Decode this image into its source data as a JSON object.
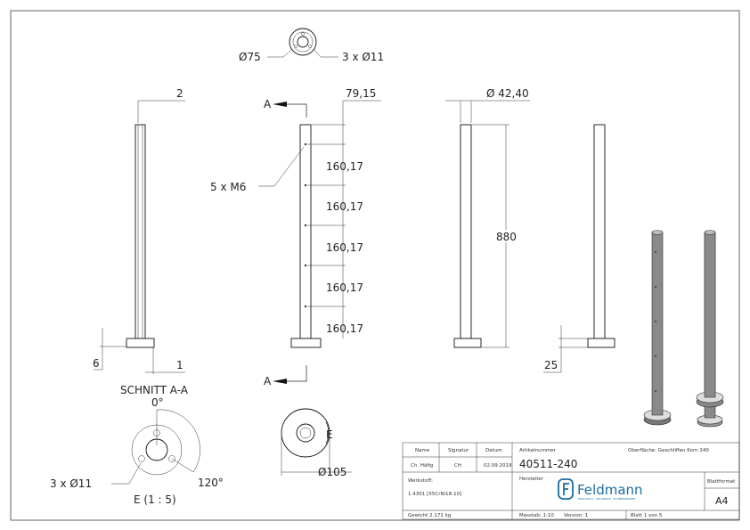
{
  "drawing": {
    "top_view": {
      "diameter": "Ø75",
      "holes": "3 x Ø11"
    },
    "section_view": {
      "dim_wall": "2",
      "dim_base": "6",
      "dim_offset": "1",
      "label": "SCHNITT A-A",
      "section_marker": "A"
    },
    "front_view": {
      "dim_top": "79,15",
      "thread_callout": "5 x M6",
      "spacings": [
        "160,17",
        "160,17",
        "160,17",
        "160,17",
        "160,17"
      ]
    },
    "side_view": {
      "diameter": "Ø 42,40",
      "height": "880"
    },
    "right_view": {
      "dim_base": "25"
    },
    "detail_e": {
      "angle_start": "0°",
      "angle": "120°",
      "holes": "3 x Ø11",
      "label": "E (1 : 5)"
    },
    "bottom_view": {
      "detail_marker": "E",
      "diameter": "Ø105"
    }
  },
  "title_block": {
    "name_label": "Name",
    "signature_label": "Signatur",
    "date_label": "Datum",
    "name": "Ch. Häfig",
    "signature": "CH",
    "date": "02.09.2019",
    "article_label": "Artikelnummer",
    "article": "40511-240",
    "surface": "Oberfläche:  Geschliffen Korn 240",
    "material_label": "Werkstoff:",
    "material": "1.4301 [X5CrNi18-10]",
    "manufacturer_label": "Hersteller",
    "brand": "Feldmann",
    "brand_tagline": "EDELSTAHL · GELÄNDER · SCHMIEDEEISEN",
    "format_label": "Blattformat",
    "format": "A4",
    "weight": "Gewicht 2.171 kg",
    "scale": "Masstab: 1:10",
    "version": "Version: 1",
    "sheet": "Blatt 1 von 5",
    "brand_color": "#1a6fa0"
  }
}
